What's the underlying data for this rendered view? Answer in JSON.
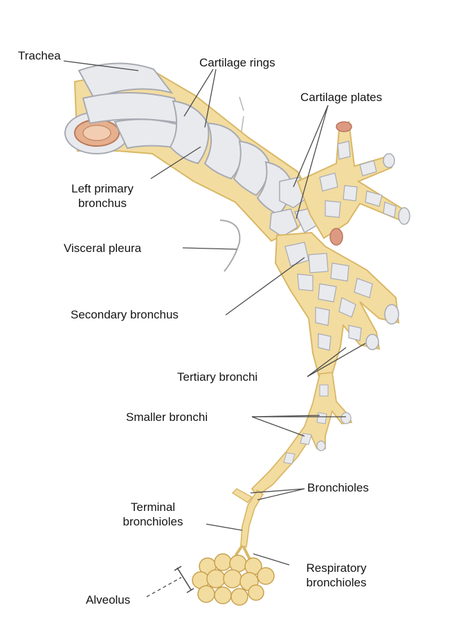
{
  "labels": {
    "trachea": "Trachea",
    "cartilage_rings": "Cartilage rings",
    "cartilage_plates": "Cartilage plates",
    "left_primary_line1": "Left primary",
    "left_primary_line2": "bronchus",
    "visceral_pleura": "Visceral pleura",
    "secondary_bronchus": "Secondary bronchus",
    "tertiary_bronchi": "Tertiary bronchi",
    "smaller_bronchi": "Smaller bronchi",
    "bronchioles": "Bronchioles",
    "terminal_line1": "Terminal",
    "terminal_line2": "bronchioles",
    "respiratory_line1": "Respiratory",
    "respiratory_line2": "bronchioles",
    "alveolus": "Alveolus"
  },
  "colors": {
    "cartilage": "#e9eaee",
    "cartilage_shade": "#c9ccd4",
    "tissue": "#f2dca0",
    "tissue_edge": "#d9b765",
    "pink": "#dd9a83",
    "leader": "#4a4a4a",
    "text": "#141414"
  }
}
